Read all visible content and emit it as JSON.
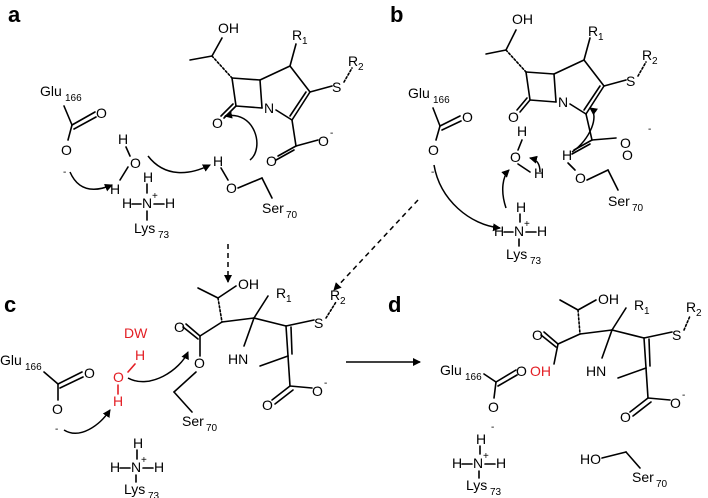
{
  "panels": {
    "a": "a",
    "b": "b",
    "c": "c",
    "d": "d"
  },
  "atoms": {
    "OH": "OH",
    "O": "O",
    "H": "H",
    "N": "N",
    "S": "S",
    "HN": "HN",
    "R": "R",
    "one": "1",
    "two": "2",
    "minus": "-",
    "plus": "+"
  },
  "residues": {
    "glu": "Glu",
    "glu_num": "166",
    "lys": "Lys",
    "lys_num": "73",
    "ser": "Ser",
    "ser_num": "70",
    "HO": "HO"
  },
  "labels": {
    "deacylating_water": "DW"
  },
  "colors": {
    "highlight": "#e31e24",
    "ink": "#000000"
  }
}
